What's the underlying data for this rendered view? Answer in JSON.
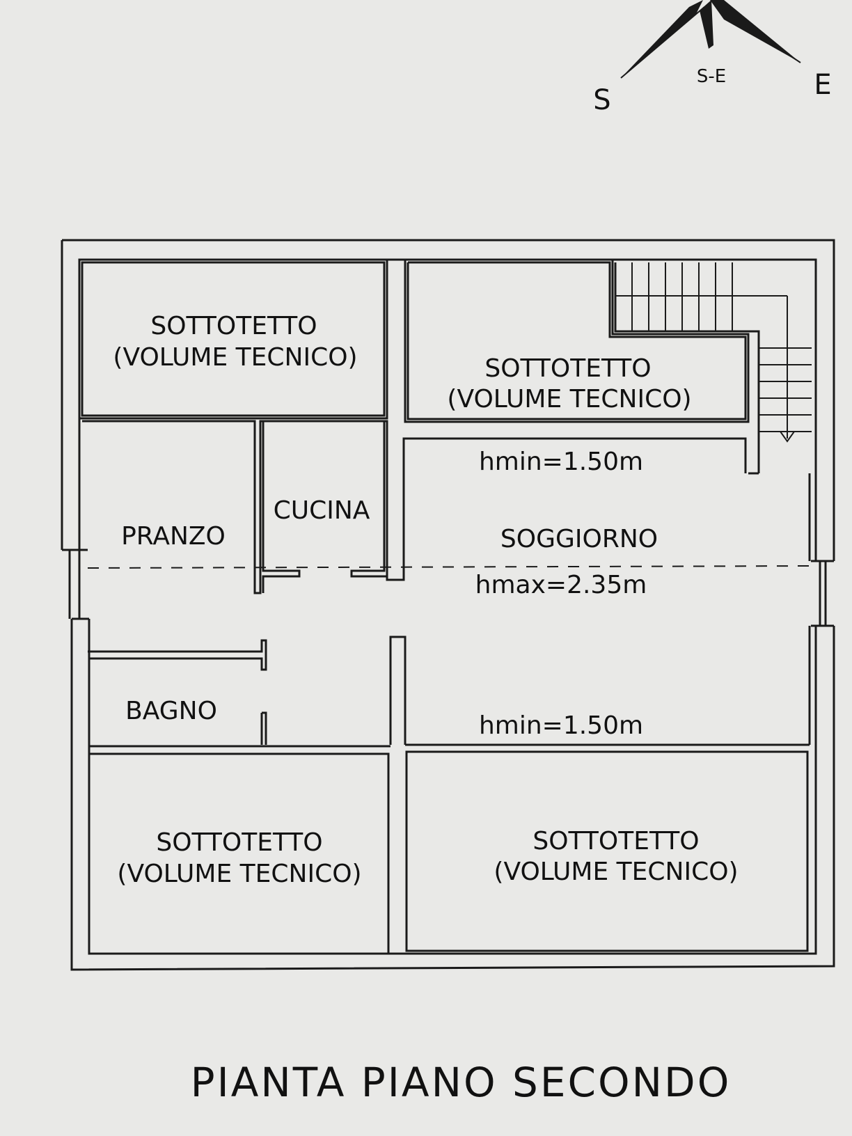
{
  "title": "PIANTA PIANO SECONDO",
  "compass": {
    "s": "S",
    "se": "S-E",
    "e": "E"
  },
  "rooms": {
    "sottotetto_tl": {
      "name": "SOTTOTETTO",
      "sub": "(VOLUME TECNICO)"
    },
    "sottotetto_tr": {
      "name": "SOTTOTETTO",
      "sub": "(VOLUME TECNICO)"
    },
    "sottotetto_bl": {
      "name": "SOTTOTETTO",
      "sub": "(VOLUME TECNICO)"
    },
    "sottotetto_br": {
      "name": "SOTTOTETTO",
      "sub": "(VOLUME TECNICO)"
    },
    "pranzo": "PRANZO",
    "cucina": "CUCINA",
    "bagno": "BAGNO",
    "soggiorno": "SOGGIORNO"
  },
  "heights": {
    "hmin_top": "hmin=1.50m",
    "hmax": "hmax=2.35m",
    "hmin_bottom": "hmin=1.50m"
  }
}
